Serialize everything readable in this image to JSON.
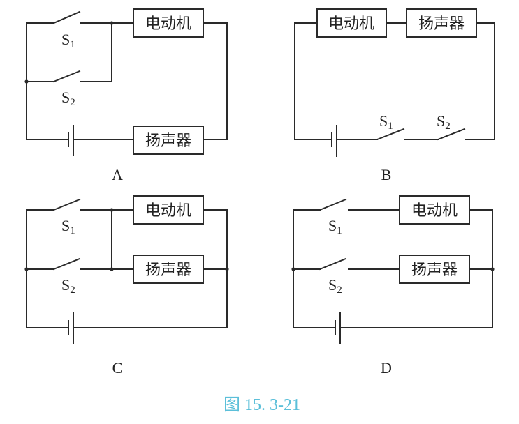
{
  "figure": {
    "caption": "图 15. 3-21",
    "caption_color": "#5bbfd9",
    "components": {
      "motor": "电动机",
      "speaker": "扬声器",
      "switch_symbol": "S",
      "switch1_subscript": "1",
      "switch2_subscript": "2"
    },
    "panels": [
      {
        "label": "A",
        "description": "S1 and S2 in parallel, in series with motor, battery and speaker"
      },
      {
        "label": "B",
        "description": "Motor, speaker, S1, S2 and battery all in series"
      },
      {
        "label": "C",
        "description": "S1 and S2 in parallel, feeding motor and speaker in parallel"
      },
      {
        "label": "D",
        "description": "S1 controls motor branch, S2 controls speaker branch, branches in parallel"
      }
    ]
  }
}
